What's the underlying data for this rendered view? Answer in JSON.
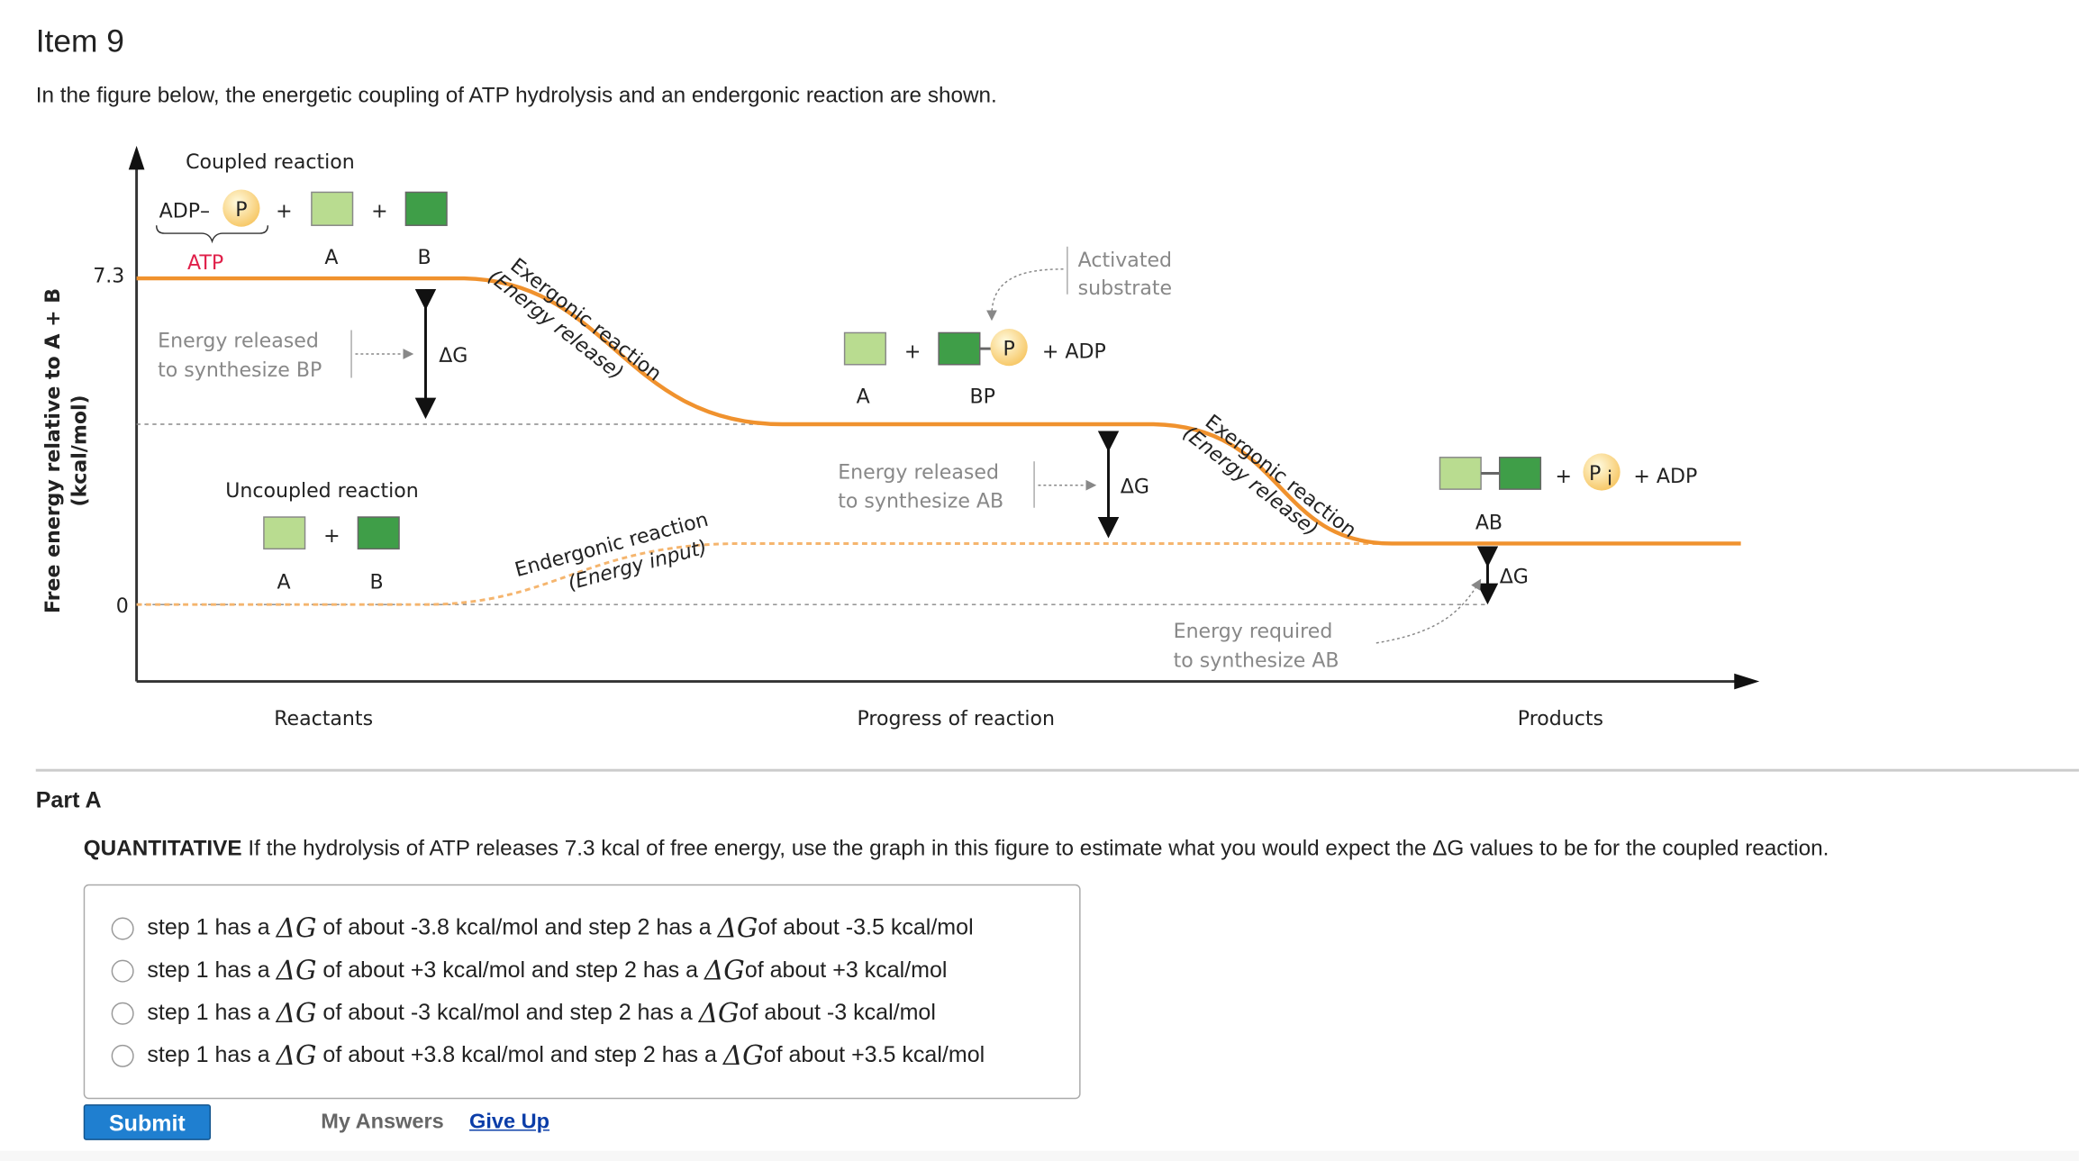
{
  "title": "Item 9",
  "intro": "In the figure below, the energetic coupling of ATP hydrolysis and an endergonic reaction are shown.",
  "diagram": {
    "y_axis_label_1": "Free energy relative to A + B",
    "y_axis_label_2": "(kcal/mol)",
    "y_tick_high": "7.3",
    "y_tick_zero": "0",
    "x_labels": [
      "Reactants",
      "Progress of reaction",
      "Products"
    ],
    "coupled_title": "Coupled reaction",
    "adp": "ADP–",
    "p": "P",
    "plus": "+",
    "atp": "ATP",
    "a": "A",
    "b": "B",
    "bp": "BP",
    "ab": "AB",
    "plus_adp": "+ ADP",
    "pi": "P",
    "pi_sub": "i",
    "delta_g": "ΔG",
    "exergonic": "Exergonic reaction",
    "energy_release": "(Energy release)",
    "endergonic": "Endergonic reaction",
    "energy_input": "(Energy input)",
    "uncoupled_title": "Uncoupled reaction",
    "released_bp_1": "Energy released",
    "released_bp_2": "to synthesize BP",
    "released_ab_1": "Energy released",
    "released_ab_2": "to synthesize AB",
    "activated_1": "Activated",
    "activated_2": "substrate",
    "required_1": "Energy required",
    "required_2": "to synthesize AB",
    "colors": {
      "orange": "#f0922e",
      "light_green": "#b9dc90",
      "dark_green": "#3f9e48",
      "atp_red": "#e0204a"
    }
  },
  "partA": {
    "label": "Part A",
    "question_bold": "QUANTITATIVE",
    "question": " If the hydrolysis of ATP releases 7.3 kcal of free energy, use the graph in this figure to estimate what you would expect the ΔG values to be for the coupled reaction.",
    "options": [
      {
        "a": "step 1 has a ",
        "dg": "ΔG",
        "b": " of about -3.8 kcal/mol and step 2 has a ",
        "c": " of about -3.5 kcal/mol"
      },
      {
        "a": "step 1 has a ",
        "dg": "ΔG",
        "b": " of about +3 kcal/mol and step 2 has a ",
        "c": " of about +3 kcal/mol"
      },
      {
        "a": "step 1 has a ",
        "dg": "ΔG",
        "b": " of about -3 kcal/mol and step 2 has a ",
        "c": " of about -3 kcal/mol"
      },
      {
        "a": "step 1 has a ",
        "dg": "ΔG",
        "b": " of about +3.8 kcal/mol and step 2 has a ",
        "c": " of about +3.5 kcal/mol"
      }
    ],
    "submit": "Submit",
    "my_answers": "My Answers",
    "give_up": "Give Up"
  }
}
